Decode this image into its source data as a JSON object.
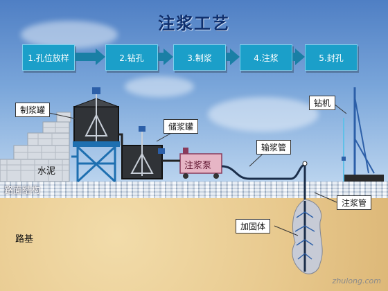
{
  "title": "注浆工艺",
  "steps": [
    {
      "label": "1.孔位放样"
    },
    {
      "label": "2.钻孔"
    },
    {
      "label": "3.制浆"
    },
    {
      "label": "4.注浆"
    },
    {
      "label": "5.封孔"
    }
  ],
  "labels": {
    "mixing_tank": "制浆罐",
    "storage_tank": "储浆罐",
    "grout_pump": "注浆泵",
    "delivery_pipe": "输浆管",
    "drill_rig": "钻机",
    "grout_pipe": "注浆管",
    "reinforced_body": "加固体",
    "cement": "水泥",
    "pavement": "路面结构",
    "subgrade": "路基"
  },
  "watermark": "zhulong.com",
  "colors": {
    "step_box": "#1b9fc9",
    "arrow": "#1a7fa5",
    "title": "#0f2f6d",
    "road": "#c3cfdd",
    "ground": "#e8c98e"
  }
}
